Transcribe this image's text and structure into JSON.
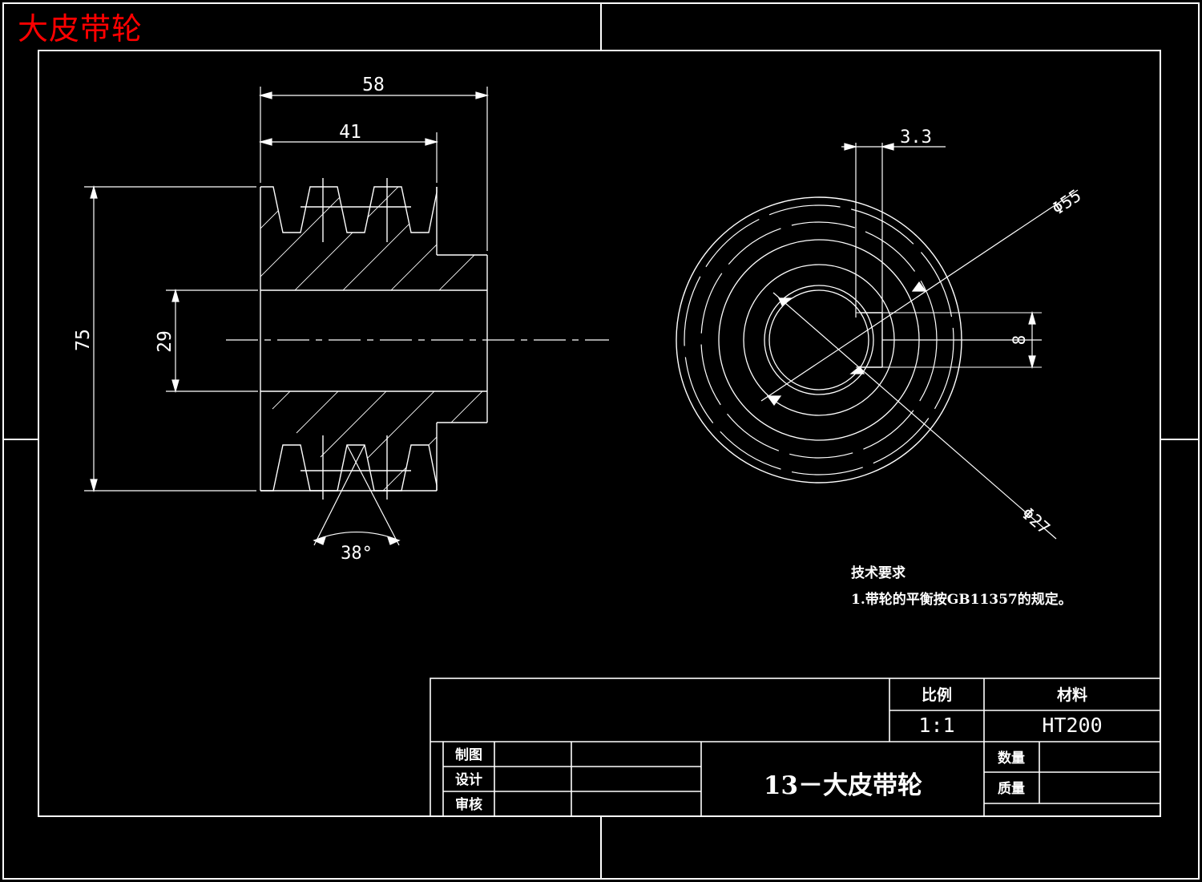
{
  "drawing": {
    "red_title": "大皮带轮",
    "part_name": "13－大皮带轮",
    "technical_requirements_heading": "技术要求",
    "technical_requirements_line1": "1.带轮的平衡按GB11357的规定。",
    "colors": {
      "background": "#000000",
      "lines": "#ffffff",
      "title": "#ff0000"
    }
  },
  "dimensions": {
    "width_overall": "58",
    "width_groove_section": "41",
    "height_overall": "75",
    "bore_diameter_linear": "29",
    "groove_angle": "38°",
    "keyway_depth_offset": "3.3",
    "outer_diameter": "Φ55",
    "inner_diameter": "Φ27",
    "keyway_width": "8"
  },
  "title_block": {
    "scale_label": "比例",
    "scale_value": "1:1",
    "material_label": "材料",
    "material_value": "HT200",
    "part_title": "13－大皮带轮",
    "quantity_label": "数量",
    "quantity_value": "",
    "mass_label": "质量",
    "mass_value": "",
    "rows": [
      {
        "label": "制图",
        "name": "",
        "date": ""
      },
      {
        "label": "设计",
        "name": "",
        "date": ""
      },
      {
        "label": "审核",
        "name": "",
        "date": ""
      }
    ]
  }
}
